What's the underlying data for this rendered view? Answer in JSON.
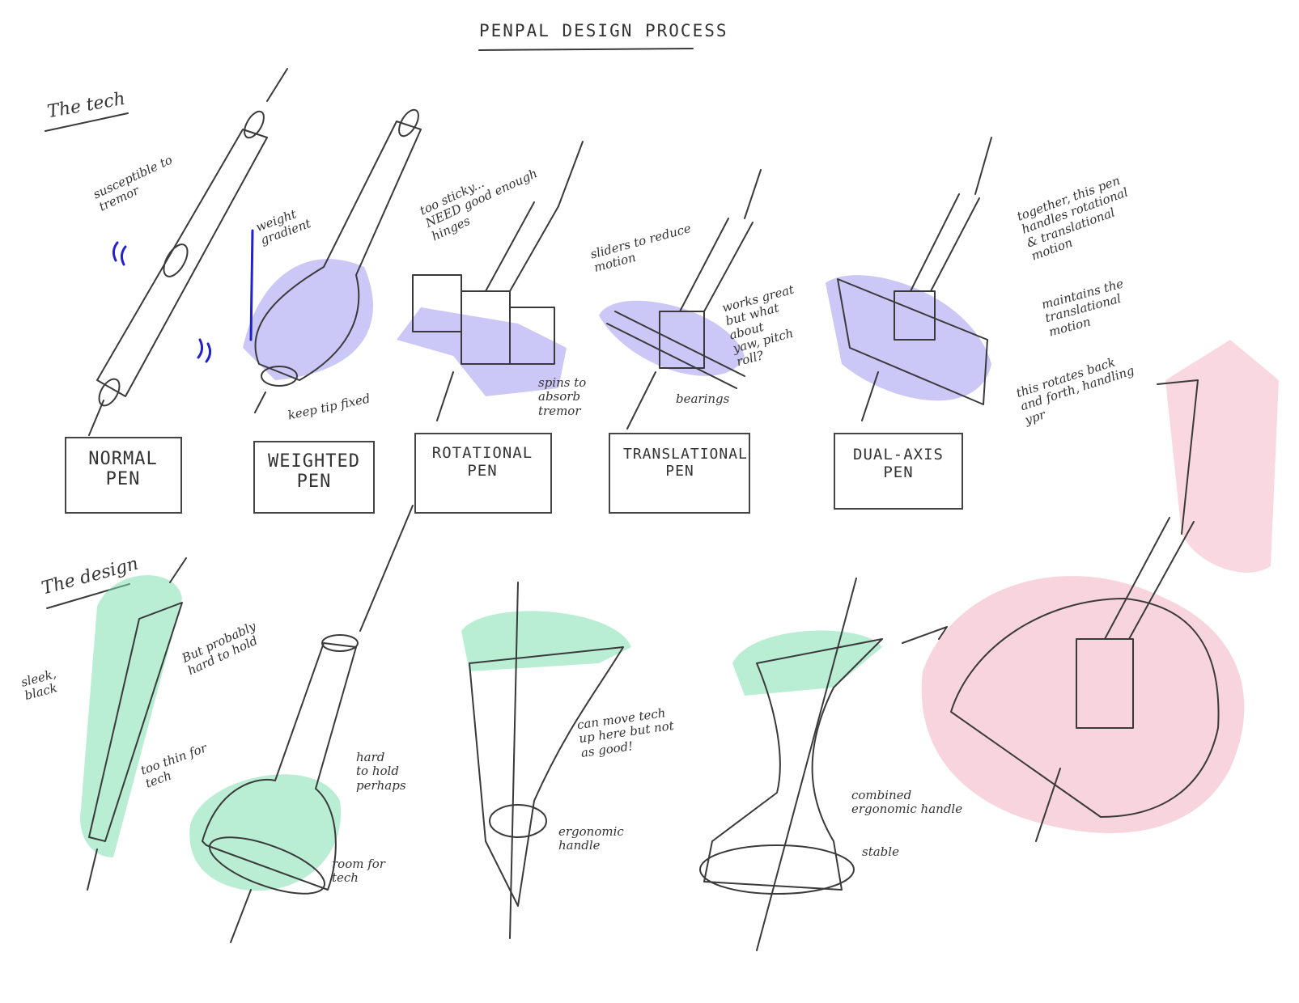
{
  "title": "PENPAL DESIGN PROCESS",
  "sections": {
    "tech": "The tech",
    "design": "The design"
  },
  "pens": [
    {
      "label": "NORMAL\nPEN"
    },
    {
      "label": "WEIGHTED\nPEN"
    },
    {
      "label": "ROTATIONAL\nPEN"
    },
    {
      "label": "TRANSLATIONAL\nPEN"
    },
    {
      "label": "DUAL-AXIS\nPEN"
    }
  ],
  "tech_notes": {
    "tremor": "susceptible to\ntremor",
    "weight": "weight\ngradient",
    "tip_fixed": "keep tip fixed",
    "sticky": "too sticky...\nNEED good enough\nhinges",
    "spins": "spins to\nabsorb\ntremor",
    "sliders": "sliders to reduce\nmotion",
    "works_great": "works great\nbut what\nabout\nyaw, pitch\nroll?",
    "bearings": "bearings",
    "together": "together, this pen\nhandles rotational\n& translational\nmotion",
    "maintains": "maintains the\ntranslational\nmotion",
    "rotates": "this rotates back\nand forth, handling\nypr"
  },
  "design_notes": {
    "sleek": "sleek,\nblack",
    "hard_hold": "But probably\nhard to hold",
    "too_thin": "too thin for\ntech",
    "hard_perhaps": "hard\nto hold\nperhaps",
    "room": "room for\ntech",
    "move_tech": "can move tech\nup here but not\nas good!",
    "ergonomic": "ergonomic\nhandle",
    "combined": "combined\nergonomic handle",
    "stable": "stable"
  },
  "colors": {
    "tech_highlight": "#8c86f0",
    "tremor_marks": "#2222cc",
    "design_highlight": "#7fe0b0",
    "final_highlight": "#f2a9bf",
    "ink": "#3a3a3a"
  }
}
